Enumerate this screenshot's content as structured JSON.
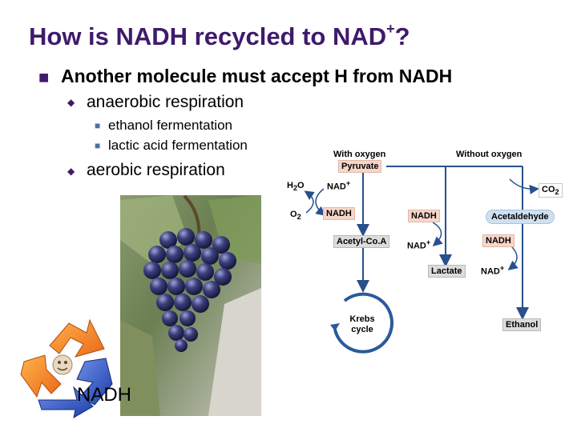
{
  "title": {
    "text": "How is NADH recycled to NAD",
    "sup": "+",
    "end": "?"
  },
  "bullets": {
    "main": "Another molecule must accept H from NADH",
    "anaerobic": "anaerobic respiration",
    "sub1": "ethanol fermentation",
    "sub2": "lactic acid fermentation",
    "aerobic": "aerobic respiration"
  },
  "diagram": {
    "with_oxygen": "With oxygen",
    "without_oxygen": "Without oxygen",
    "pyruvate": "Pyruvate",
    "h2o": {
      "main": "H",
      "sub": "2",
      "end": "O"
    },
    "o2": {
      "main": "O",
      "sub": "2"
    },
    "nad_plus_1": {
      "main": "NAD",
      "sup": "+"
    },
    "nadh_1": "NADH",
    "acetyl_coa": "Acetyl-Co.A",
    "nadh_2": "NADH",
    "nad_plus_2": {
      "main": "NAD",
      "sup": "+"
    },
    "lactate": "Lactate",
    "co2": {
      "main": "CO",
      "sub": "2"
    },
    "acetaldehyde": "Acetaldehyde",
    "nadh_3": "NADH",
    "nad_plus_3": {
      "main": "NAD",
      "sup": "+"
    },
    "ethanol": "Ethanol",
    "krebs": "Krebs cycle"
  },
  "recycle_label": "NADH",
  "colors": {
    "title": "#3f1a6b",
    "arrow": "#28508c",
    "krebs_ring": "#2a5a9a"
  }
}
